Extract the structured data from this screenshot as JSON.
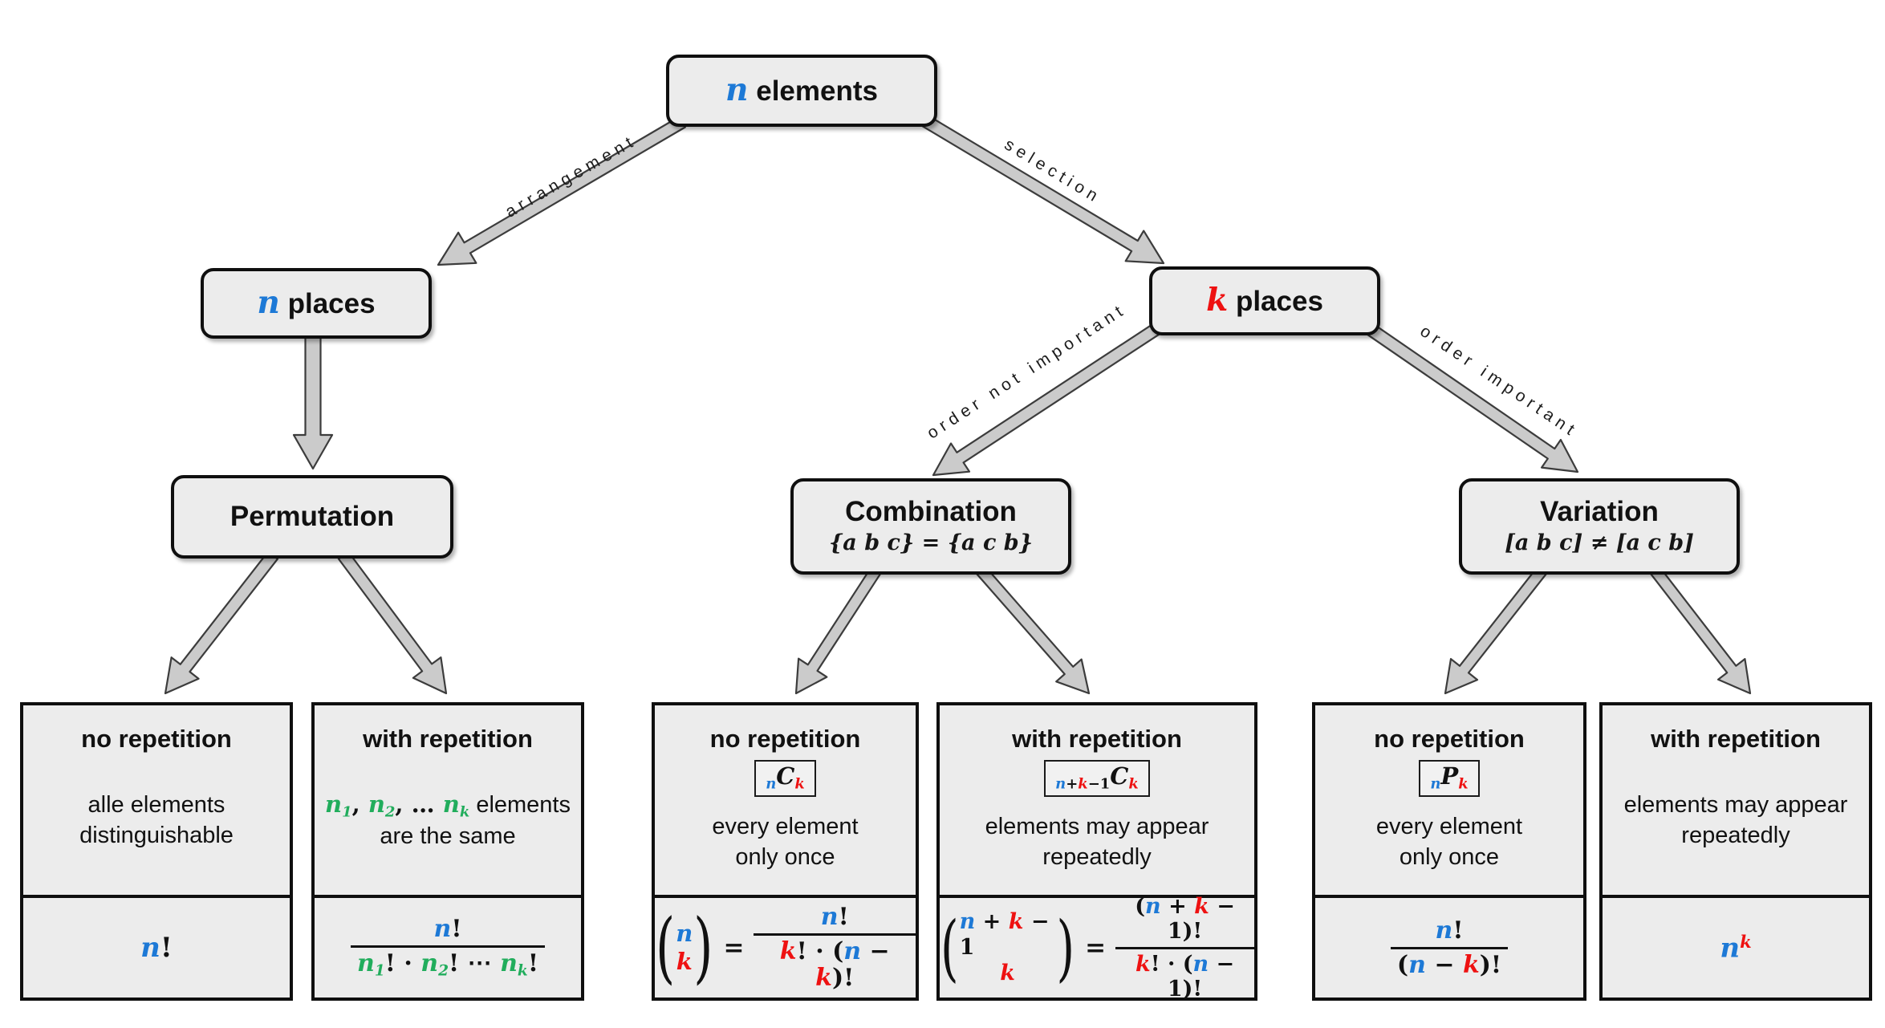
{
  "colors": {
    "blue": "#1d79d6",
    "red": "#ee1111",
    "green": "#21ad5c",
    "box_fill": "#ececec",
    "arrow_fill": "#cbcbcb",
    "arrow_outline": "#3c3c3c"
  },
  "math": {
    "lparen": "(",
    "rparen": ")"
  },
  "edges": {
    "arrangement": "arrangement",
    "selection": "selection",
    "order_not_important": "order not important",
    "order_important": "order important"
  },
  "nodes": {
    "elements": {
      "title": [
        {
          "t": "n",
          "s": "mb"
        },
        {
          "t": " elements",
          "s": "b"
        }
      ]
    },
    "n_places": {
      "title": [
        {
          "t": "n",
          "s": "mb"
        },
        {
          "t": " places",
          "s": "b"
        }
      ]
    },
    "k_places": {
      "title": [
        {
          "t": "k",
          "s": "mr"
        },
        {
          "t": " places",
          "s": "b"
        }
      ]
    },
    "permutation": {
      "title": [
        {
          "t": "Permutation",
          "s": "b"
        }
      ]
    },
    "combination": {
      "title": [
        {
          "t": "Combination",
          "s": "b"
        }
      ],
      "subtitle": [
        {
          "t": "{a b c} = {a c b}",
          "s": "mi"
        }
      ]
    },
    "variation": {
      "title": [
        {
          "t": "Variation",
          "s": "b"
        }
      ],
      "subtitle": [
        {
          "t": "[a b c] ≠ [a c b]",
          "s": "mi"
        }
      ]
    }
  },
  "leaves": {
    "perm_no_rep": {
      "title": [
        {
          "t": "no repetition",
          "s": "b"
        }
      ],
      "desc": [
        [
          {
            "t": "alle elements",
            "s": "t"
          }
        ],
        [
          {
            "t": "distinguishable",
            "s": "t"
          }
        ]
      ],
      "formula_inline": [
        {
          "t": "n",
          "s": "mb"
        },
        {
          "t": "!",
          "s": "m"
        }
      ]
    },
    "perm_with_rep": {
      "title": [
        {
          "t": "with repetition",
          "s": "b"
        }
      ],
      "desc": [
        [
          {
            "t": "n",
            "s": "mg"
          },
          {
            "t": "1",
            "s": "mg",
            "v": "sub"
          },
          {
            "t": ", ",
            "s": "m"
          },
          {
            "t": "n",
            "s": "mg"
          },
          {
            "t": "2",
            "s": "mg",
            "v": "sub"
          },
          {
            "t": ", … ",
            "s": "m"
          },
          {
            "t": "n",
            "s": "mg"
          },
          {
            "t": "k",
            "s": "mg",
            "v": "sub"
          },
          {
            "t": " elements",
            "s": "t"
          }
        ],
        [
          {
            "t": "are the same",
            "s": "t"
          }
        ]
      ],
      "frac": {
        "num": [
          {
            "t": "n",
            "s": "mb"
          },
          {
            "t": "!",
            "s": "m"
          }
        ],
        "den": [
          {
            "t": "n",
            "s": "mg"
          },
          {
            "t": "1",
            "s": "mg",
            "v": "sub"
          },
          {
            "t": "! · ",
            "s": "m"
          },
          {
            "t": "n",
            "s": "mg"
          },
          {
            "t": "2",
            "s": "mg",
            "v": "sub"
          },
          {
            "t": "! ⋯ ",
            "s": "m"
          },
          {
            "t": "n",
            "s": "mg"
          },
          {
            "t": "k",
            "s": "mg",
            "v": "sub"
          },
          {
            "t": "!",
            "s": "m"
          }
        ]
      }
    },
    "comb_no_rep": {
      "title": [
        {
          "t": "no repetition",
          "s": "b"
        }
      ],
      "badge": [
        {
          "t": "n",
          "s": "mb",
          "v": "sub"
        },
        {
          "t": "C",
          "s": "ml"
        },
        {
          "t": "k",
          "s": "mr",
          "v": "sub"
        }
      ],
      "desc": [
        [
          {
            "t": "every element",
            "s": "t"
          }
        ],
        [
          {
            "t": "only once",
            "s": "t"
          }
        ]
      ],
      "eq": "=",
      "binom": {
        "top": [
          {
            "t": "n",
            "s": "mb"
          }
        ],
        "bot": [
          {
            "t": "k",
            "s": "mr"
          }
        ]
      },
      "frac": {
        "num": [
          {
            "t": "n",
            "s": "mb"
          },
          {
            "t": "!",
            "s": "m"
          }
        ],
        "den": [
          {
            "t": "k",
            "s": "mr"
          },
          {
            "t": "! · (",
            "s": "m"
          },
          {
            "t": "n",
            "s": "mb"
          },
          {
            "t": " − ",
            "s": "m"
          },
          {
            "t": "k",
            "s": "mr"
          },
          {
            "t": ")!",
            "s": "m"
          }
        ]
      }
    },
    "comb_with_rep": {
      "title": [
        {
          "t": "with repetition",
          "s": "b"
        }
      ],
      "badge": [
        {
          "t": "n",
          "s": "mb",
          "v": "sub"
        },
        {
          "t": "+",
          "s": "m",
          "v": "sub"
        },
        {
          "t": "k",
          "s": "mr",
          "v": "sub"
        },
        {
          "t": "−1",
          "s": "m",
          "v": "sub"
        },
        {
          "t": "C",
          "s": "ml"
        },
        {
          "t": "k",
          "s": "mr",
          "v": "sub"
        }
      ],
      "desc": [
        [
          {
            "t": "elements may appear",
            "s": "t"
          }
        ],
        [
          {
            "t": "repeatedly",
            "s": "t"
          }
        ]
      ],
      "eq": "=",
      "binom": {
        "top": [
          {
            "t": "n",
            "s": "mb"
          },
          {
            "t": " + ",
            "s": "m"
          },
          {
            "t": "k",
            "s": "mr"
          },
          {
            "t": " − 1",
            "s": "m"
          }
        ],
        "bot": [
          {
            "t": "k",
            "s": "mr"
          }
        ]
      },
      "frac": {
        "num": [
          {
            "t": "(",
            "s": "m"
          },
          {
            "t": "n",
            "s": "mb"
          },
          {
            "t": " + ",
            "s": "m"
          },
          {
            "t": "k",
            "s": "mr"
          },
          {
            "t": " − 1)!",
            "s": "m"
          }
        ],
        "den": [
          {
            "t": "k",
            "s": "mr"
          },
          {
            "t": "! · (",
            "s": "m"
          },
          {
            "t": "n",
            "s": "mb"
          },
          {
            "t": " − 1)!",
            "s": "m"
          }
        ]
      }
    },
    "var_no_rep": {
      "title": [
        {
          "t": "no repetition",
          "s": "b"
        }
      ],
      "badge": [
        {
          "t": "n",
          "s": "mb",
          "v": "sub"
        },
        {
          "t": "P",
          "s": "ml"
        },
        {
          "t": "k",
          "s": "mr",
          "v": "sub"
        }
      ],
      "desc": [
        [
          {
            "t": "every element",
            "s": "t"
          }
        ],
        [
          {
            "t": "only once",
            "s": "t"
          }
        ]
      ],
      "frac": {
        "num": [
          {
            "t": "n",
            "s": "mb"
          },
          {
            "t": "!",
            "s": "m"
          }
        ],
        "den": [
          {
            "t": "(",
            "s": "m"
          },
          {
            "t": "n",
            "s": "mb"
          },
          {
            "t": " − ",
            "s": "m"
          },
          {
            "t": "k",
            "s": "mr"
          },
          {
            "t": ")!",
            "s": "m"
          }
        ]
      }
    },
    "var_with_rep": {
      "title": [
        {
          "t": "with repetition",
          "s": "b"
        }
      ],
      "desc": [
        [
          {
            "t": "elements may appear",
            "s": "t"
          }
        ],
        [
          {
            "t": "repeatedly",
            "s": "t"
          }
        ]
      ],
      "formula_inline": [
        {
          "t": "n",
          "s": "mb"
        },
        {
          "t": "k",
          "s": "mr",
          "v": "sup"
        }
      ]
    }
  }
}
